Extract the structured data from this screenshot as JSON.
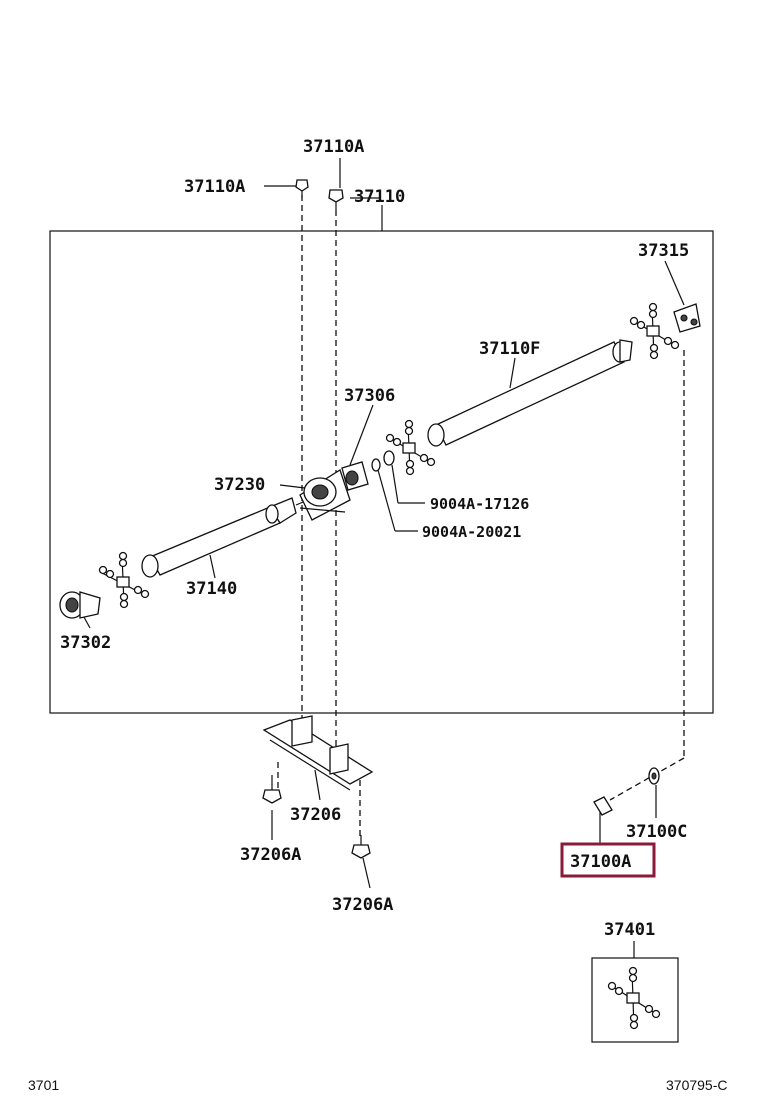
{
  "labels": {
    "p37110A_top": "37110A",
    "p37110A_left": "37110A",
    "p37110": "37110",
    "p37315": "37315",
    "p37110F": "37110F",
    "p37306": "37306",
    "p37230": "37230",
    "p9004A17126": "9004A-17126",
    "p9004A20021": "9004A-20021",
    "p37140": "37140",
    "p37302": "37302",
    "p37206": "37206",
    "p37206A_a": "37206A",
    "p37206A_b": "37206A",
    "p37100C": "37100C",
    "p37100A": "37100A",
    "p37401": "37401"
  },
  "highlight": {
    "part": "37100A",
    "color": "#8b1a3a"
  },
  "footer": {
    "left": "3701",
    "right": "370795-C"
  }
}
